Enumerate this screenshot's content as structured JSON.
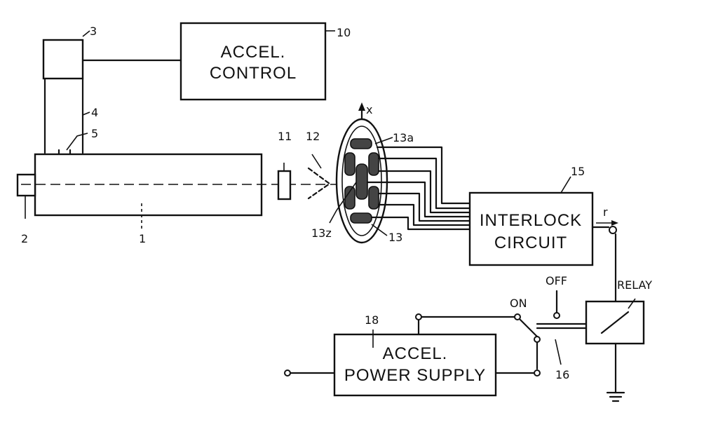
{
  "blocks": {
    "accel_control": [
      "ACCEL.",
      "CONTROL"
    ],
    "interlock": [
      "INTERLOCK",
      "CIRCUIT"
    ],
    "power_supply": [
      "ACCEL.",
      "POWER SUPPLY"
    ]
  },
  "labels": {
    "relay": "RELAY",
    "on": "ON",
    "off": "OFF",
    "x_axis": "x",
    "r": "r"
  },
  "refs": {
    "r1": "1",
    "r2": "2",
    "r3": "3",
    "r4": "4",
    "r5": "5",
    "r10": "10",
    "r11": "11",
    "r12": "12",
    "r13": "13",
    "r13a": "13a",
    "r13z": "13z",
    "r15": "15",
    "r16": "16",
    "r18": "18"
  }
}
